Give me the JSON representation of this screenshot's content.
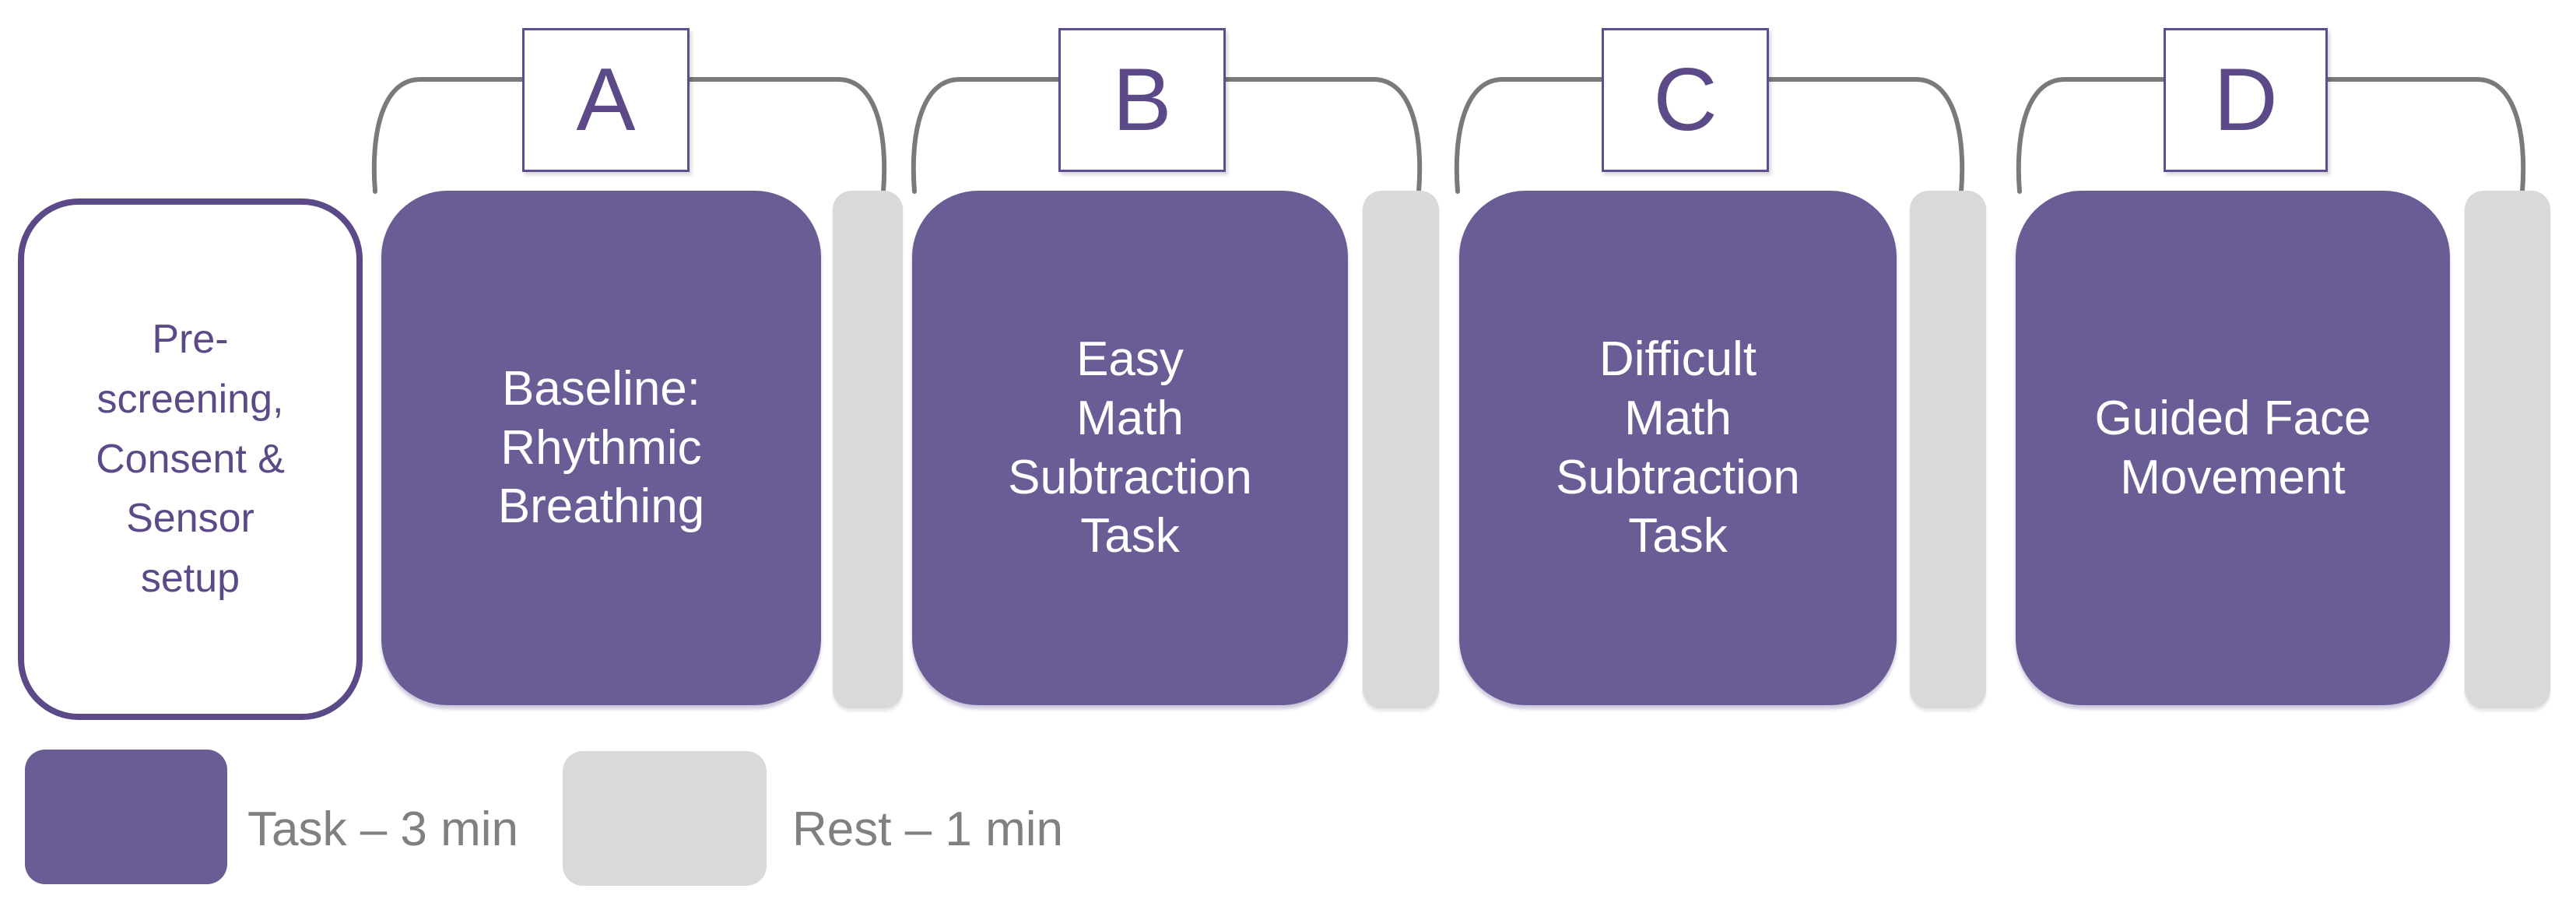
{
  "colors": {
    "task-fill": "#6A5D96",
    "accent-dark": "#5B4A87",
    "rest-fill": "#D9D9D9",
    "bracket": "#7A7A7A",
    "legend-text": "#808080"
  },
  "prescreen": {
    "label": "Pre-\nscreening,\nConsent &\nSensor\nsetup"
  },
  "stages": [
    {
      "letter": "A",
      "title": "Baseline:\nRhythmic\nBreathing"
    },
    {
      "letter": "B",
      "title": "Easy\nMath\nSubtraction\nTask"
    },
    {
      "letter": "C",
      "title": "Difficult\nMath\nSubtraction\nTask"
    },
    {
      "letter": "D",
      "title": "Guided Face\nMovement"
    }
  ],
  "legend": {
    "task_label": "Task – 3 min",
    "rest_label": "Rest – 1 min"
  }
}
